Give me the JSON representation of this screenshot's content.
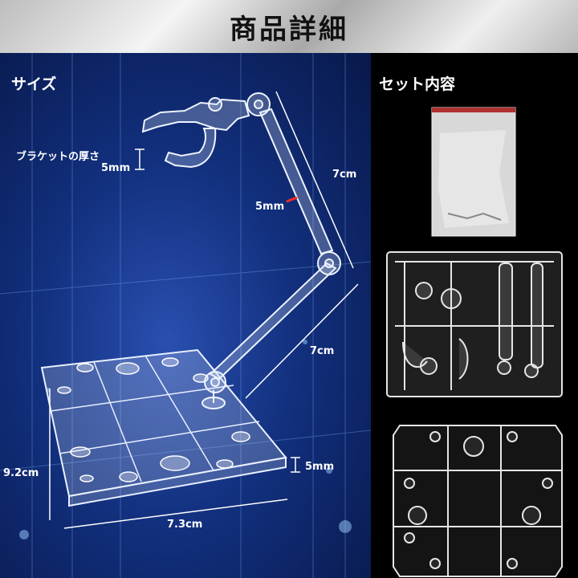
{
  "header": {
    "title": "商品詳細"
  },
  "left": {
    "label": "サイズ",
    "bracket_thickness_label": "ブラケットの厚さ",
    "bracket_thickness_value": "5mm",
    "arm_upper_length": "7cm",
    "arm_width": "5mm",
    "arm_lower_length": "7cm",
    "base_depth": "9.2cm",
    "base_width": "7.3cm",
    "base_thickness": "5mm"
  },
  "right": {
    "label": "セット内容"
  }
}
